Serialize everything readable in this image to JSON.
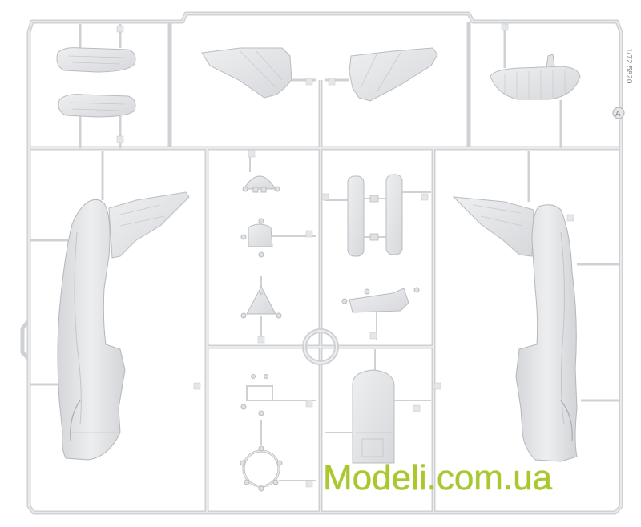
{
  "image": {
    "watermark_text": "Modeli.com.ua",
    "sprue_code": "1/72 5820",
    "sprue_letter": "A",
    "colors": {
      "background": "#ffffff",
      "plastic": "#e4e6e8",
      "plastic_edge": "#b9bcc0",
      "watermark": "#a9c92a"
    }
  }
}
